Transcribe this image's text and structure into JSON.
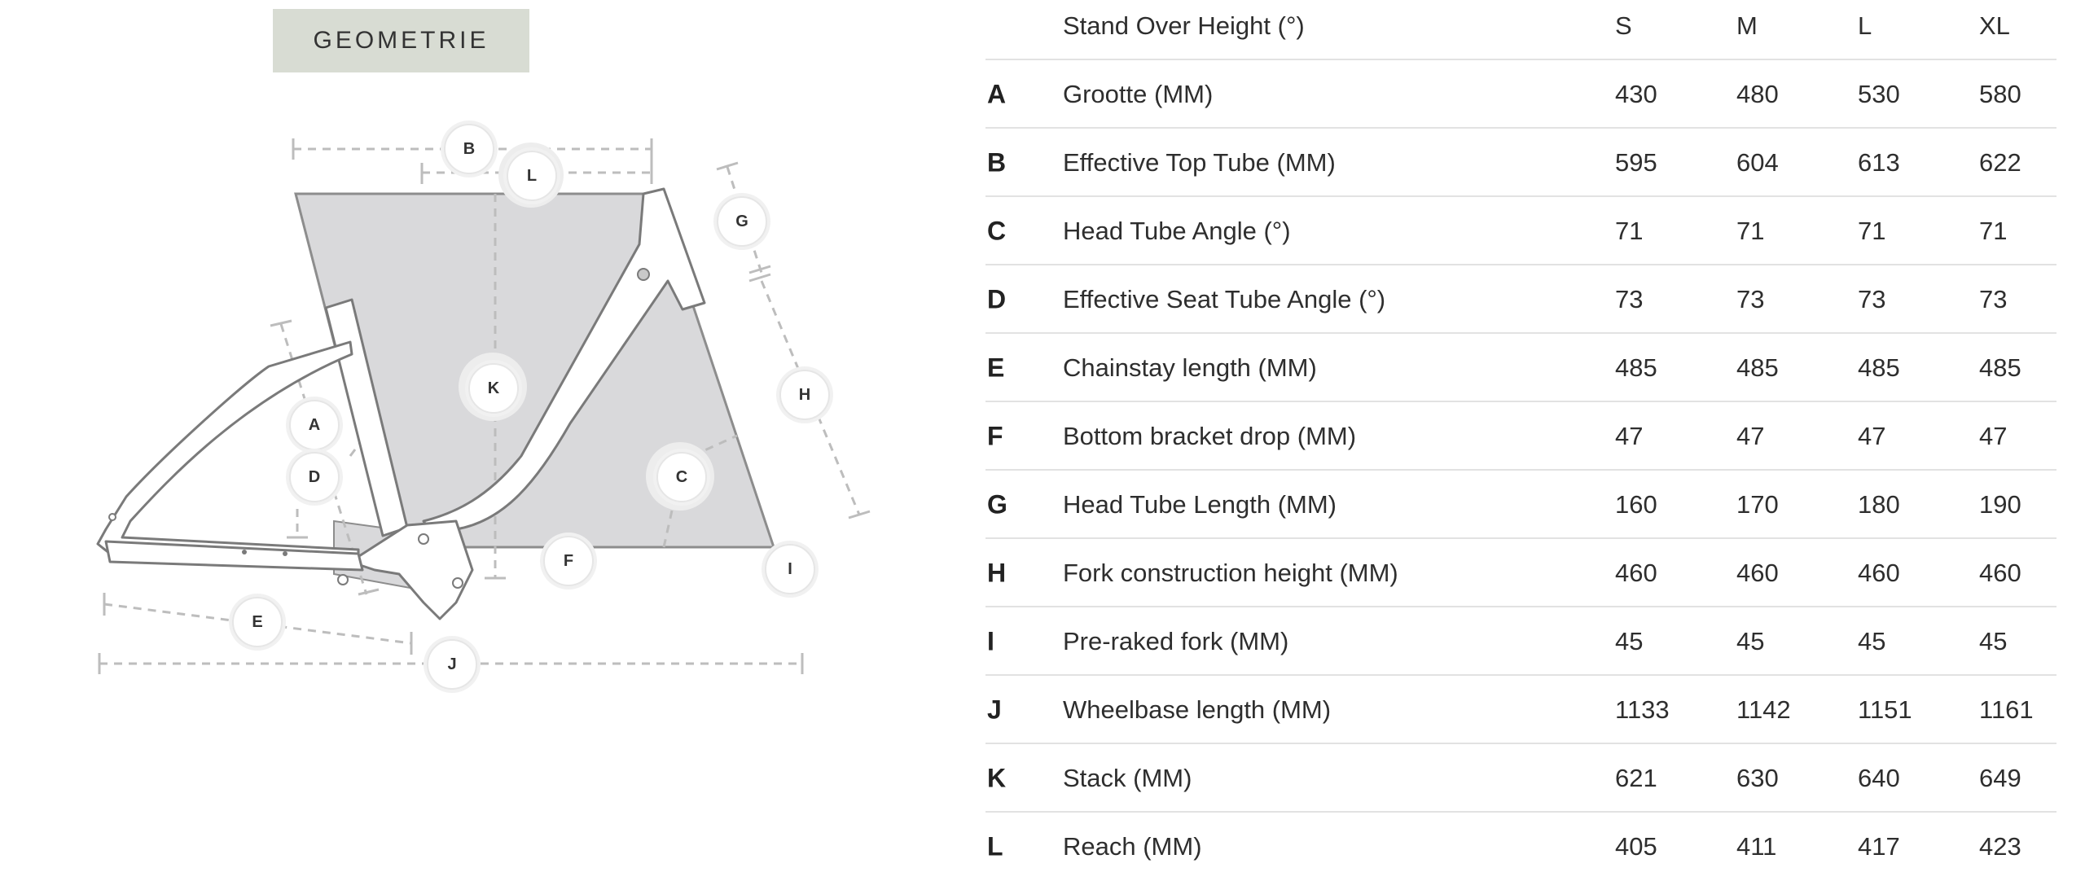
{
  "tab": {
    "label": "GEOMETRIE"
  },
  "diagram": {
    "markers": [
      "A",
      "B",
      "C",
      "D",
      "E",
      "F",
      "G",
      "H",
      "I",
      "J",
      "K",
      "L"
    ]
  },
  "table": {
    "header": {
      "label": "Stand Over Height (°)",
      "sizes": [
        "S",
        "M",
        "L",
        "XL"
      ]
    },
    "rows": [
      {
        "key": "A",
        "label": "Grootte (MM)",
        "values": [
          "430",
          "480",
          "530",
          "580"
        ]
      },
      {
        "key": "B",
        "label": "Effective Top Tube (MM)",
        "values": [
          "595",
          "604",
          "613",
          "622"
        ]
      },
      {
        "key": "C",
        "label": "Head Tube Angle (°)",
        "values": [
          "71",
          "71",
          "71",
          "71"
        ]
      },
      {
        "key": "D",
        "label": "Effective Seat Tube Angle (°)",
        "values": [
          "73",
          "73",
          "73",
          "73"
        ]
      },
      {
        "key": "E",
        "label": "Chainstay length (MM)",
        "values": [
          "485",
          "485",
          "485",
          "485"
        ]
      },
      {
        "key": "F",
        "label": "Bottom bracket drop (MM)",
        "values": [
          "47",
          "47",
          "47",
          "47"
        ]
      },
      {
        "key": "G",
        "label": "Head Tube Length (MM)",
        "values": [
          "160",
          "170",
          "180",
          "190"
        ]
      },
      {
        "key": "H",
        "label": "Fork construction height (MM)",
        "values": [
          "460",
          "460",
          "460",
          "460"
        ]
      },
      {
        "key": "I",
        "label": "Pre-raked fork (MM)",
        "values": [
          "45",
          "45",
          "45",
          "45"
        ]
      },
      {
        "key": "J",
        "label": "Wheelbase length (MM)",
        "values": [
          "1133",
          "1142",
          "1151",
          "1161"
        ]
      },
      {
        "key": "K",
        "label": "Stack (MM)",
        "values": [
          "621",
          "630",
          "640",
          "649"
        ]
      },
      {
        "key": "L",
        "label": "Reach (MM)",
        "values": [
          "405",
          "411",
          "417",
          "423"
        ]
      }
    ]
  }
}
